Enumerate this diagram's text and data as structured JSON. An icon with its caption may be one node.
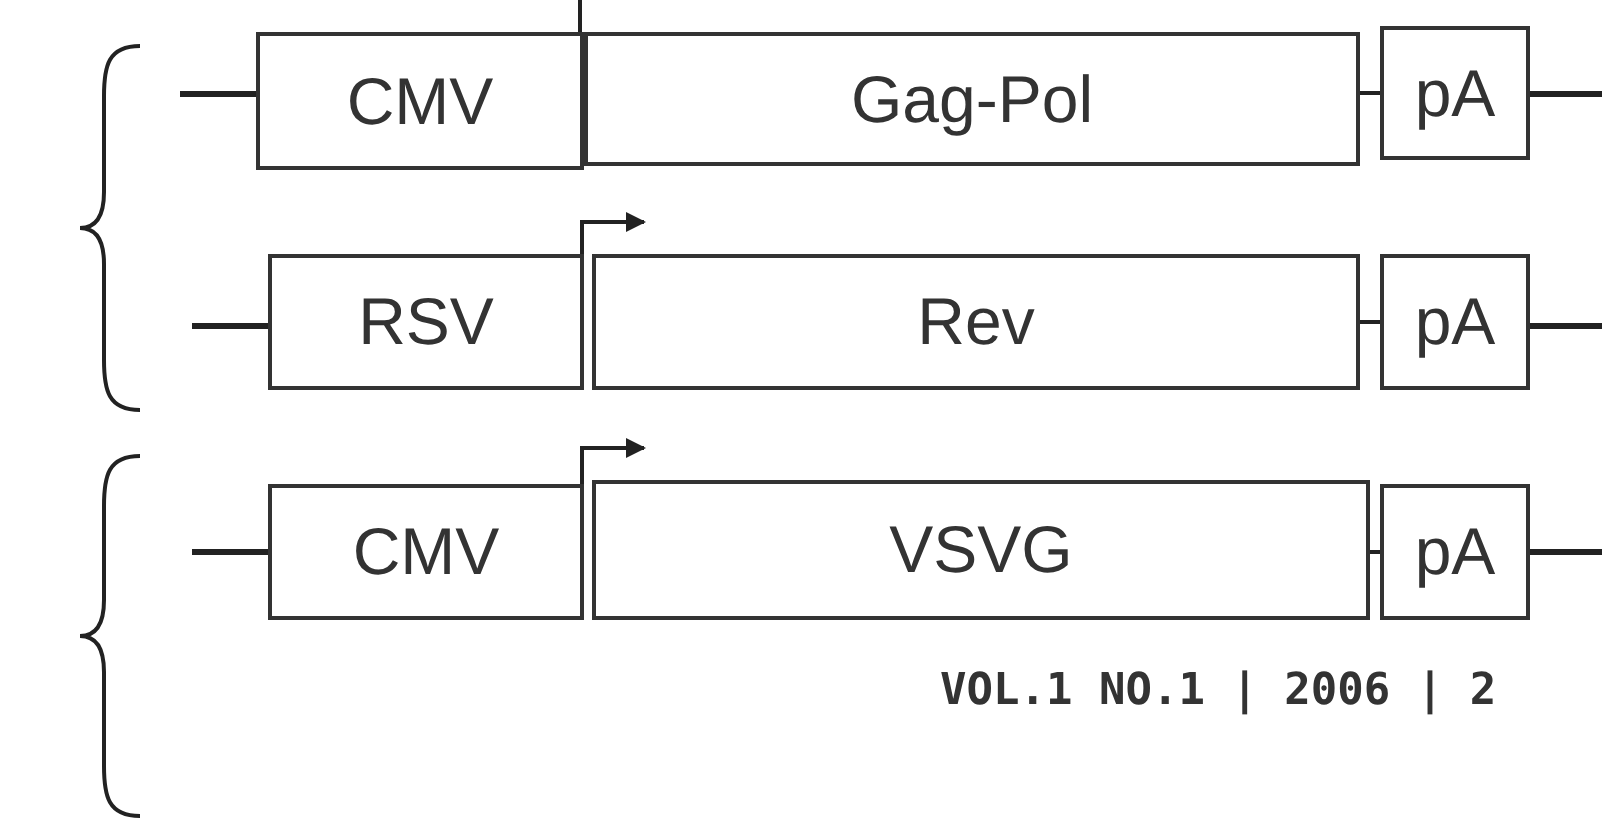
{
  "diagram": {
    "nodes": [
      {
        "text": [
          "CMV"
        ]
      },
      {
        "text": [
          "Gag-Pol"
        ]
      },
      {
        "text": [
          "pA"
        ]
      },
      {
        "text": [
          "RSV"
        ]
      },
      {
        "text": [
          "Rev"
        ]
      },
      {
        "text": [
          "pA"
        ]
      },
      {
        "text": [
          "CMV"
        ]
      },
      {
        "text": [
          "VSVG"
        ]
      },
      {
        "text": [
          "pA"
        ]
      }
    ],
    "edges": [
      {
        "from": 1,
        "to": 2,
        "arrow": "none"
      },
      {
        "from": 4,
        "to": 5,
        "arrow": "none"
      },
      {
        "from": 7,
        "to": 8,
        "arrow": "none"
      },
      {
        "from": 0,
        "to": null,
        "arrow": "none"
      },
      {
        "from": 3,
        "to": 4,
        "arrow": "to"
      },
      {
        "from": 6,
        "to": 7,
        "arrow": "to"
      }
    ],
    "labels": [
      "VOL.1 NO.1 | 2006 | 2"
    ]
  }
}
